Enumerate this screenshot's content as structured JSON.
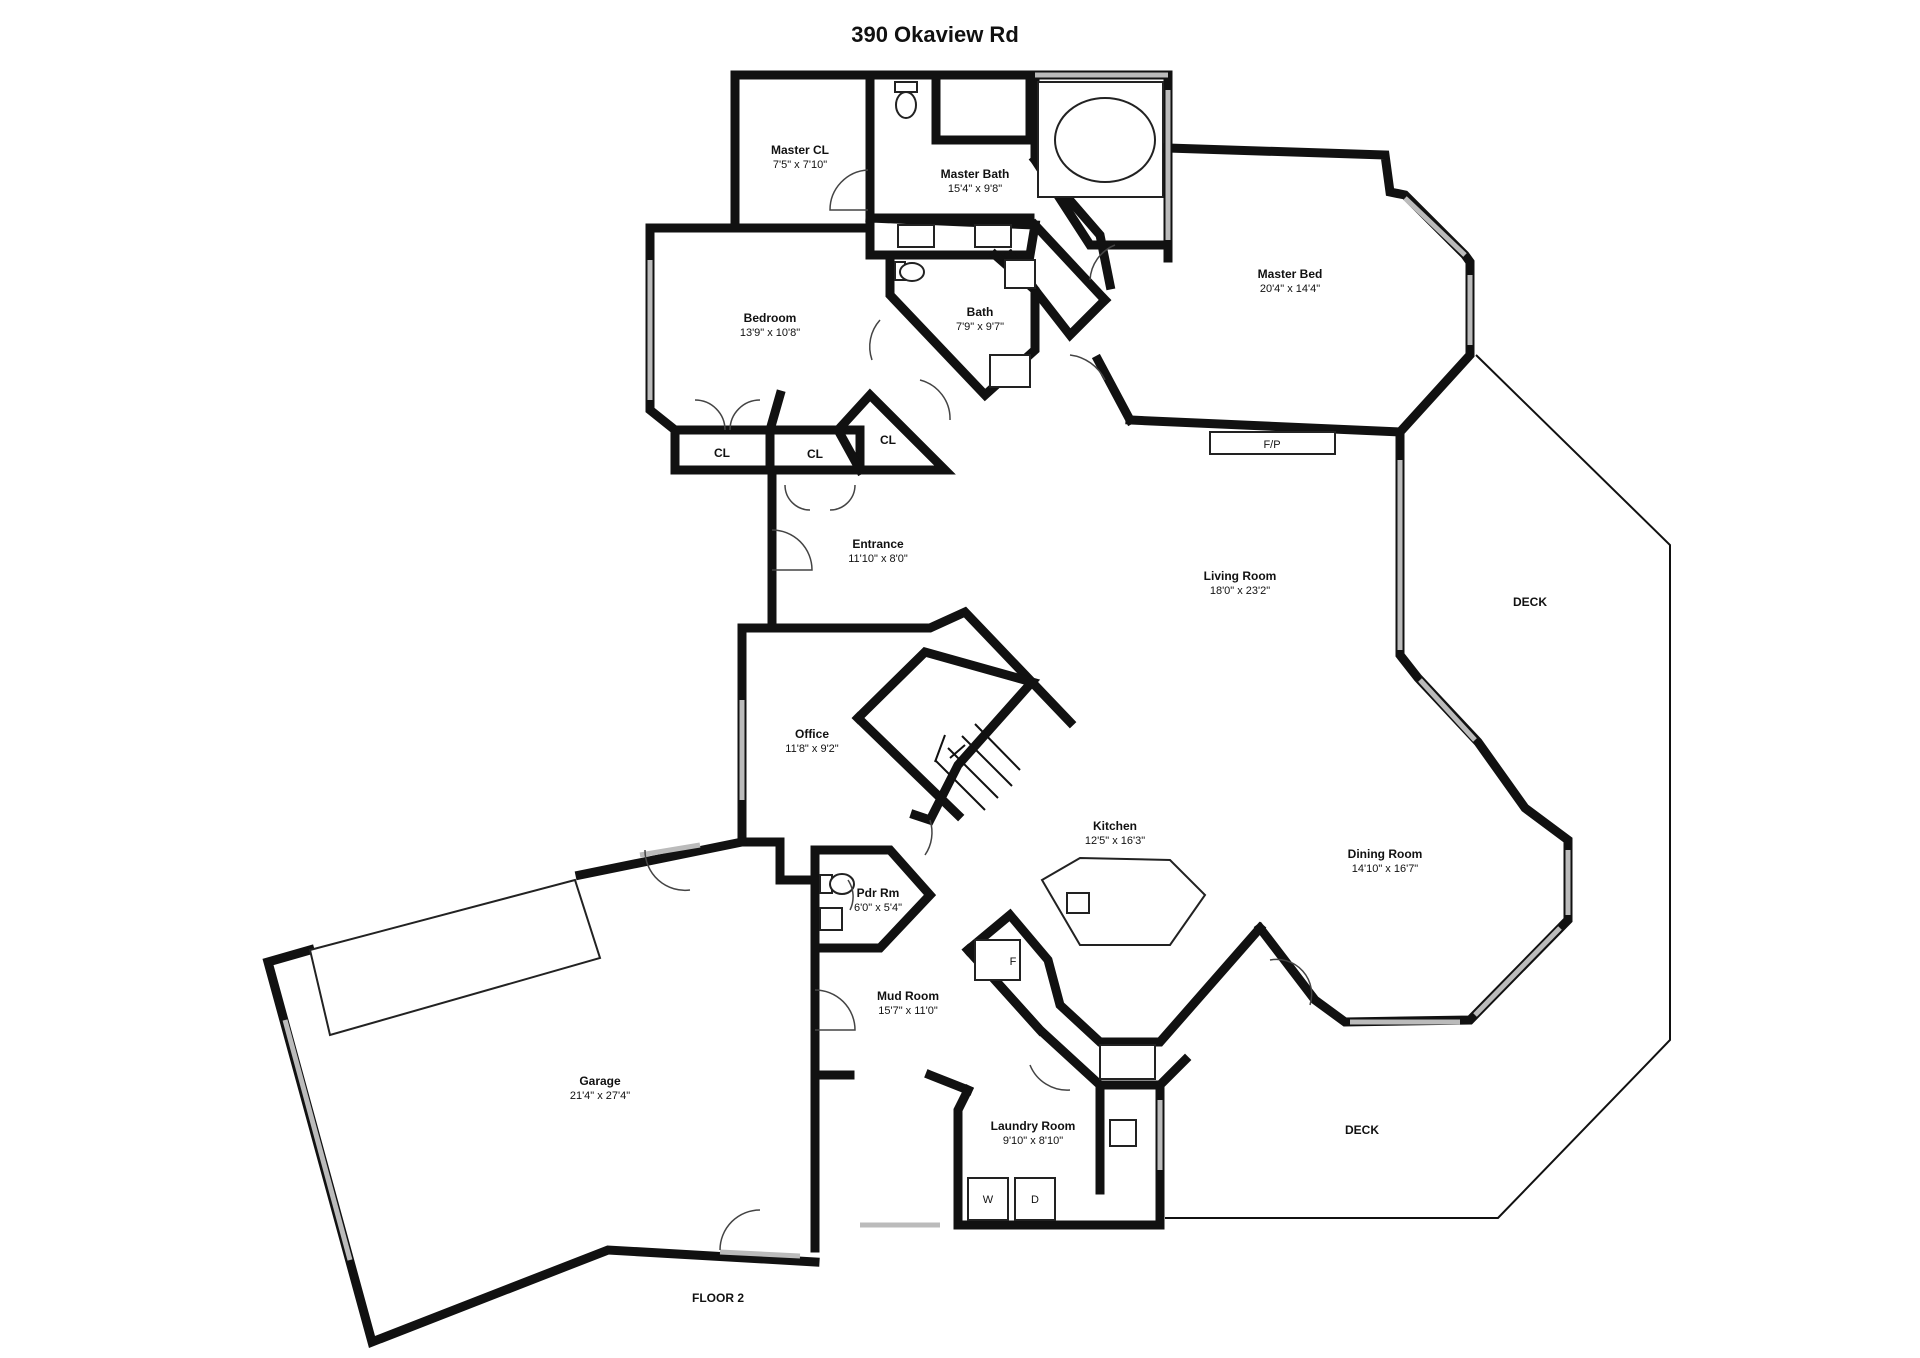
{
  "title": "390 Okaview Rd",
  "floor_label": "FLOOR 2",
  "rooms": {
    "master_cl": {
      "name": "Master CL",
      "dims": "7'5\" x 7'10\""
    },
    "master_bath": {
      "name": "Master Bath",
      "dims": "15'4\" x 9'8\""
    },
    "master_bed": {
      "name": "Master Bed",
      "dims": "20'4\" x 14'4\""
    },
    "bedroom": {
      "name": "Bedroom",
      "dims": "13'9\" x 10'8\""
    },
    "bath": {
      "name": "Bath",
      "dims": "7'9\" x 9'7\""
    },
    "entrance": {
      "name": "Entrance",
      "dims": "11'10\" x 8'0\""
    },
    "living_room": {
      "name": "Living Room",
      "dims": "18'0\" x 23'2\""
    },
    "office": {
      "name": "Office",
      "dims": "11'8\" x 9'2\""
    },
    "kitchen": {
      "name": "Kitchen",
      "dims": "12'5\" x 16'3\""
    },
    "dining_room": {
      "name": "Dining Room",
      "dims": "14'10\" x 16'7\""
    },
    "pdr_rm": {
      "name": "Pdr Rm",
      "dims": "6'0\" x 5'4\""
    },
    "mud_room": {
      "name": "Mud Room",
      "dims": "15'7\" x 11'0\""
    },
    "garage": {
      "name": "Garage",
      "dims": "21'4\" x 27'4\""
    },
    "laundry": {
      "name": "Laundry Room",
      "dims": "9'10\" x 8'10\""
    }
  },
  "closets": {
    "cl_1": "CL",
    "cl_2": "CL",
    "cl_3": "CL"
  },
  "decks": {
    "deck_upper": "DECK",
    "deck_lower": "DECK"
  },
  "fixtures": {
    "fireplace": "F/P",
    "fridge": "F",
    "washer": "W",
    "dryer": "D"
  }
}
